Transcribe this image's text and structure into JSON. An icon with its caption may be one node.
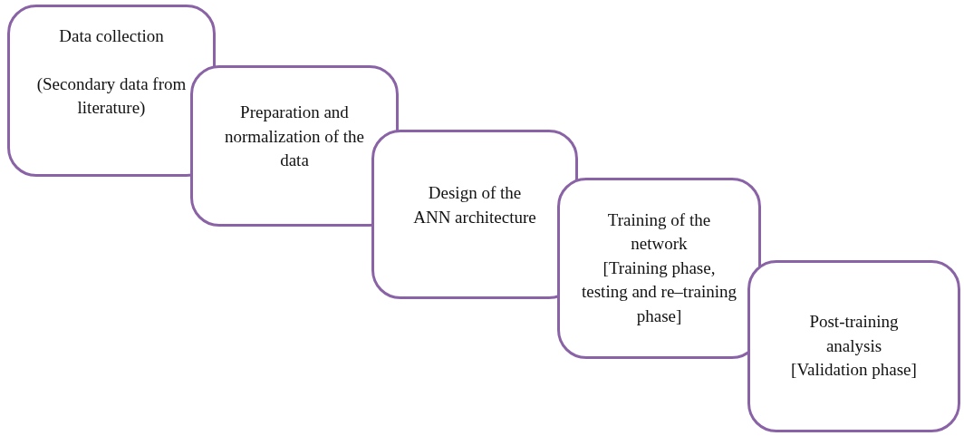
{
  "diagram": {
    "nodes": [
      {
        "text": [
          "Data collection",
          "(Secondary data from literature)"
        ]
      },
      {
        "text": [
          "Preparation and normalization of the data"
        ]
      },
      {
        "text": [
          "Design of the ANN architecture"
        ]
      },
      {
        "text": [
          "Training of the network",
          "[Training phase, testing and re–training phase]"
        ]
      },
      {
        "text": [
          "Post-training analysis",
          "[Validation phase]"
        ]
      }
    ],
    "edges": []
  }
}
